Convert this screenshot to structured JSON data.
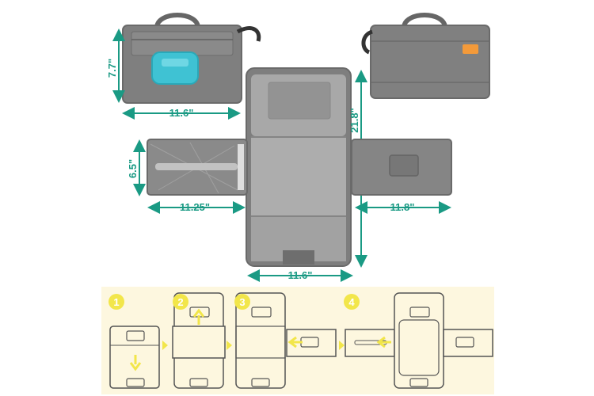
{
  "dimensions": {
    "top_left_height": "7.7\"",
    "top_left_width": "11.6\"",
    "center_height": "21.8\"",
    "side_left_height": "6.5\"",
    "side_left_width": "11.25\"",
    "side_right_width": "11.8\"",
    "center_width": "11.6\""
  },
  "steps": [
    "1",
    "2",
    "3",
    "4"
  ],
  "colors": {
    "accent": "#1a9a84",
    "bag_gray": "#7d7d7d",
    "mat_light": "#a9a9a9",
    "step_panel_bg": "#fdf7df",
    "step_badge": "#f2e64a",
    "wipes_case": "#3fc2d3",
    "brand_tag": "#f39a3a"
  }
}
